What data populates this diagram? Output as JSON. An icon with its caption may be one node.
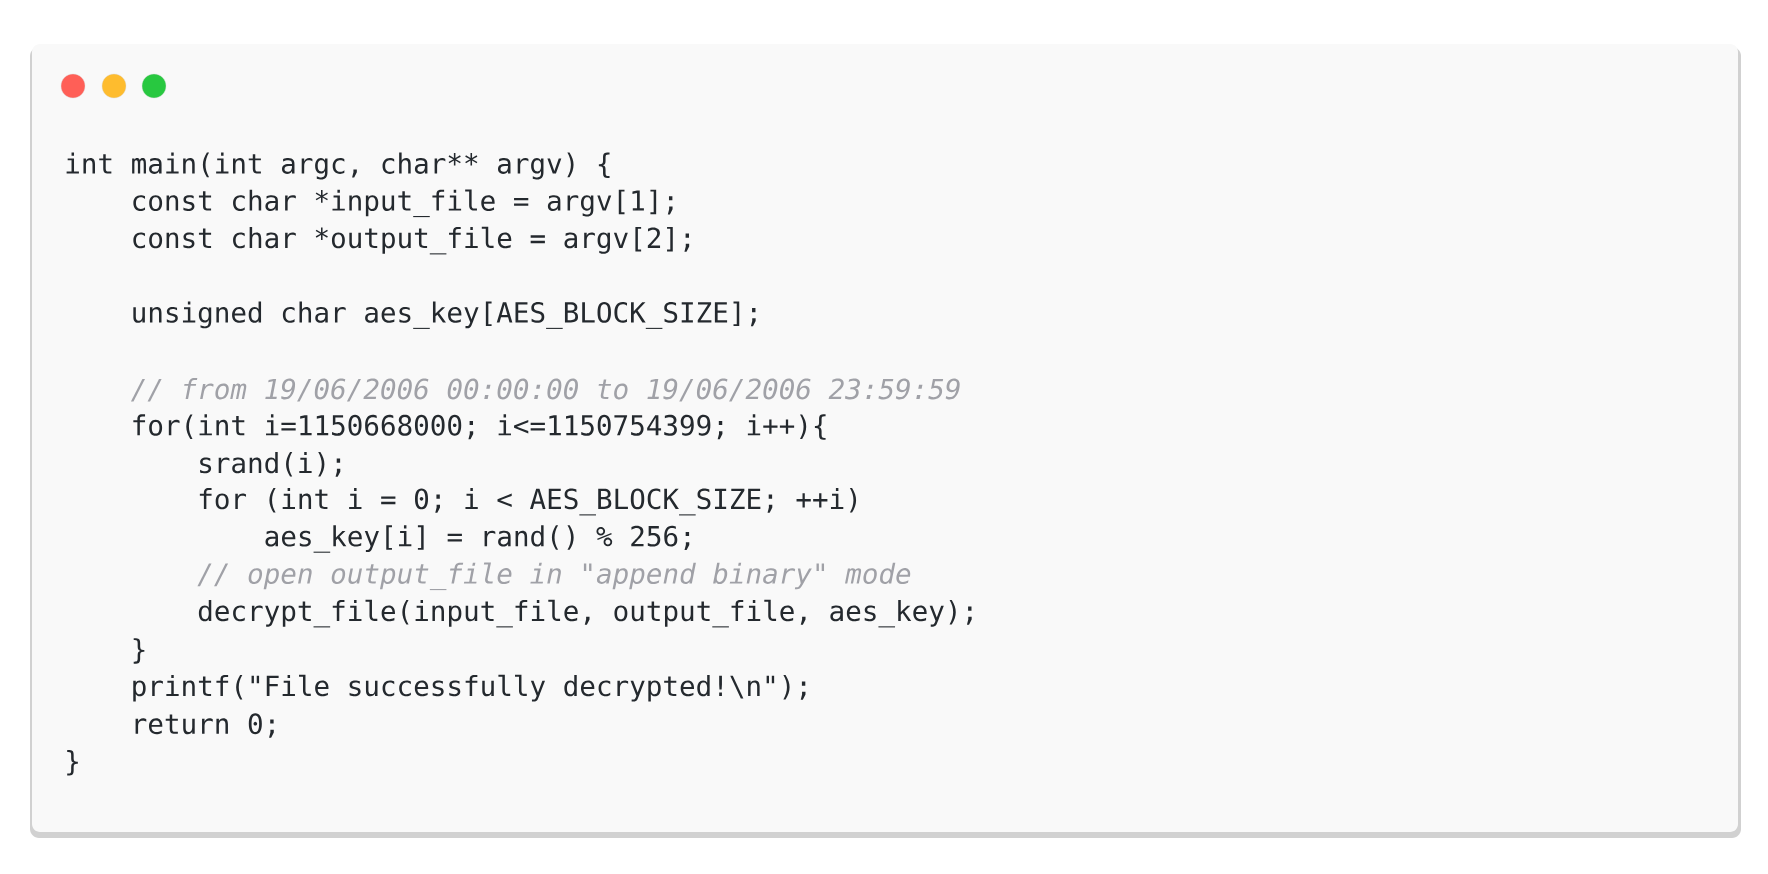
{
  "diagram": {
    "labels": [
      "int main(int argc, char** argv) {",
      "const char *input_file = argv[1];",
      "const char *output_file = argv[2];",
      "unsigned char aes_key[AES_BLOCK_SIZE];",
      "// from 19/06/2006 00:00:00 to 19/06/2006 23:59:59",
      "for(int i=1150668000; i<=1150754399; i++){",
      "srand(i);",
      "for (int i = 0; i < AES_BLOCK_SIZE; ++i)",
      "aes_key[i] = rand() % 256;",
      "// open output_file in \"append binary\" mode",
      "decrypt_file(input_file, output_file, aes_key);",
      "}",
      "printf(\"File successfully decrypted!\\n\");",
      "return 0;",
      "}"
    ]
  }
}
